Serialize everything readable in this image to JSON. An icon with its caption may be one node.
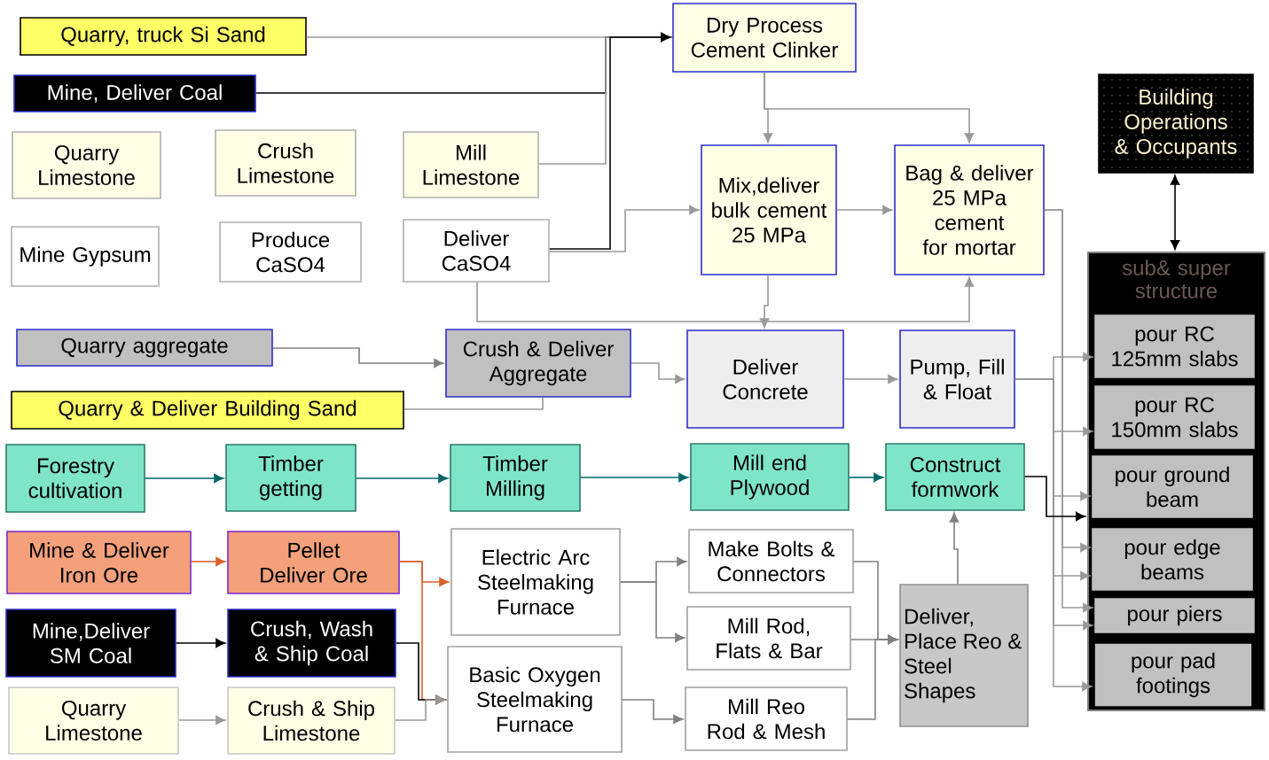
{
  "diagram": {
    "nodes": [
      {
        "text": [
          "Quarry, truck Si Sand"
        ]
      },
      {
        "text": [
          "Mine, Deliver Coal"
        ]
      },
      {
        "text": [
          "Quarry Limestone"
        ]
      },
      {
        "text": [
          "Crush Limestone"
        ]
      },
      {
        "text": [
          "Mill Limestone"
        ]
      },
      {
        "text": [
          "Mine Gypsum"
        ]
      },
      {
        "text": [
          "Produce CaSO4"
        ]
      },
      {
        "text": [
          "Deliver CaSO4"
        ]
      },
      {
        "text": [
          "Dry Process Cement Clinker"
        ]
      },
      {
        "text": [
          "Mix,deliver bulk cement 25 MPa"
        ]
      },
      {
        "text": [
          "Bag & deliver 25 MPa cement for mortar"
        ]
      },
      {
        "text": [
          "Building Operations & Occupants"
        ]
      },
      {
        "text": [
          "sub& super structure"
        ]
      },
      {
        "text": [
          "pour RC 125mm slabs"
        ],
        "in": 12
      },
      {
        "text": [
          "pour RC 150mm slabs"
        ],
        "in": 12
      },
      {
        "text": [
          "pour ground beam"
        ],
        "in": 12
      },
      {
        "text": [
          "pour edge beams"
        ],
        "in": 12
      },
      {
        "text": [
          "pour piers"
        ],
        "in": 12
      },
      {
        "text": [
          "pour pad footings"
        ],
        "in": 12
      },
      {
        "text": [
          "Quarry aggregate"
        ]
      },
      {
        "text": [
          "Crush & Deliver Aggregate"
        ]
      },
      {
        "text": [
          "Quarry & Deliver Building Sand"
        ]
      },
      {
        "text": [
          "Deliver Concrete"
        ]
      },
      {
        "text": [
          "Pump, Fill & Float"
        ]
      },
      {
        "text": [
          "Forestry cultivation"
        ]
      },
      {
        "text": [
          "Timber getting"
        ]
      },
      {
        "text": [
          "Timber Milling"
        ]
      },
      {
        "text": [
          "Mill end Plywood"
        ]
      },
      {
        "text": [
          "Construct formwork"
        ]
      },
      {
        "text": [
          "Mine & Deliver Iron Ore"
        ]
      },
      {
        "text": [
          "Pellet Deliver Ore"
        ]
      },
      {
        "text": [
          "Electric Arc Steelmaking Furnace"
        ]
      },
      {
        "text": [
          "Mine,Deliver SM Coal"
        ]
      },
      {
        "text": [
          "Crush, Wash & Ship Coal"
        ]
      },
      {
        "text": [
          "Quarry Limestone"
        ]
      },
      {
        "text": [
          "Crush & Ship Limestone"
        ]
      },
      {
        "text": [
          "Basic Oxygen Steelmaking Furnace"
        ]
      },
      {
        "text": [
          "Make Bolts & Connectors"
        ]
      },
      {
        "text": [
          "Mill Rod, Flats & Bar"
        ]
      },
      {
        "text": [
          "Mill Reo Rod & Mesh"
        ]
      },
      {
        "text": [
          "Deliver, Place Reo & Steel Shapes"
        ]
      }
    ],
    "edges": [
      {
        "from": 0,
        "to": 8,
        "arrow": "to"
      },
      {
        "from": 1,
        "to": 8,
        "arrow": "to",
        "color": "#000000"
      },
      {
        "from": 4,
        "to": 8,
        "arrow": "to"
      },
      {
        "from": 7,
        "to": 8,
        "arrow": "to",
        "color": "#000000"
      },
      {
        "from": 7,
        "to": 9,
        "arrow": "to"
      },
      {
        "from": 7,
        "to": 10,
        "arrow": "to"
      },
      {
        "from": 8,
        "to": 9,
        "arrow": "to"
      },
      {
        "from": 8,
        "to": 10,
        "arrow": "to"
      },
      {
        "from": 9,
        "to": 10,
        "arrow": "to"
      },
      {
        "from": 9,
        "to": 22,
        "arrow": "to"
      },
      {
        "from": 10,
        "to": 16,
        "arrow": "to"
      },
      {
        "from": 10,
        "to": 17,
        "arrow": "to"
      },
      {
        "from": 23,
        "to": 13,
        "arrow": "to"
      },
      {
        "from": 23,
        "to": 14,
        "arrow": "to"
      },
      {
        "from": 23,
        "to": 15,
        "arrow": "to"
      },
      {
        "from": 23,
        "to": 16,
        "arrow": "to"
      },
      {
        "from": 23,
        "to": 17,
        "arrow": "to"
      },
      {
        "from": 23,
        "to": 18,
        "arrow": "to"
      },
      {
        "from": 28,
        "to": 12,
        "arrow": "to",
        "color": "#000000"
      },
      {
        "from": 11,
        "to": 12,
        "arrow": "both",
        "color": "#000000"
      },
      {
        "from": 19,
        "to": 20,
        "arrow": "to",
        "color": "#808080"
      },
      {
        "from": 20,
        "to": 22,
        "arrow": "to"
      },
      {
        "from": 21,
        "to": 20,
        "arrow": "none"
      },
      {
        "from": 22,
        "to": 23,
        "arrow": "to"
      },
      {
        "from": 24,
        "to": 25,
        "arrow": "to",
        "color": "#006666"
      },
      {
        "from": 25,
        "to": 26,
        "arrow": "to",
        "color": "#006666"
      },
      {
        "from": 26,
        "to": 27,
        "arrow": "to",
        "color": "#006666"
      },
      {
        "from": 27,
        "to": 28,
        "arrow": "to",
        "color": "#006666"
      },
      {
        "from": 29,
        "to": 30,
        "arrow": "to",
        "color": "#d9622b"
      },
      {
        "from": 30,
        "to": 31,
        "arrow": "to",
        "color": "#d9622b"
      },
      {
        "from": 30,
        "to": 36,
        "arrow": "to",
        "color": "#d9622b"
      },
      {
        "from": 32,
        "to": 33,
        "arrow": "to",
        "color": "#000000"
      },
      {
        "from": 33,
        "to": 36,
        "arrow": "to",
        "color": "#000000"
      },
      {
        "from": 34,
        "to": 35,
        "arrow": "to"
      },
      {
        "from": 35,
        "to": 36,
        "arrow": "to"
      },
      {
        "from": 31,
        "to": 37,
        "arrow": "to",
        "color": "#808080"
      },
      {
        "from": 31,
        "to": 38,
        "arrow": "to",
        "color": "#808080"
      },
      {
        "from": 36,
        "to": 39,
        "arrow": "to",
        "color": "#808080"
      },
      {
        "from": 37,
        "to": 40,
        "arrow": "to",
        "color": "#808080"
      },
      {
        "from": 38,
        "to": 40,
        "arrow": "to",
        "color": "#808080"
      },
      {
        "from": 39,
        "to": 40,
        "arrow": "to",
        "color": "#808080"
      },
      {
        "from": 40,
        "to": 28,
        "arrow": "to",
        "color": "#808080"
      }
    ]
  }
}
